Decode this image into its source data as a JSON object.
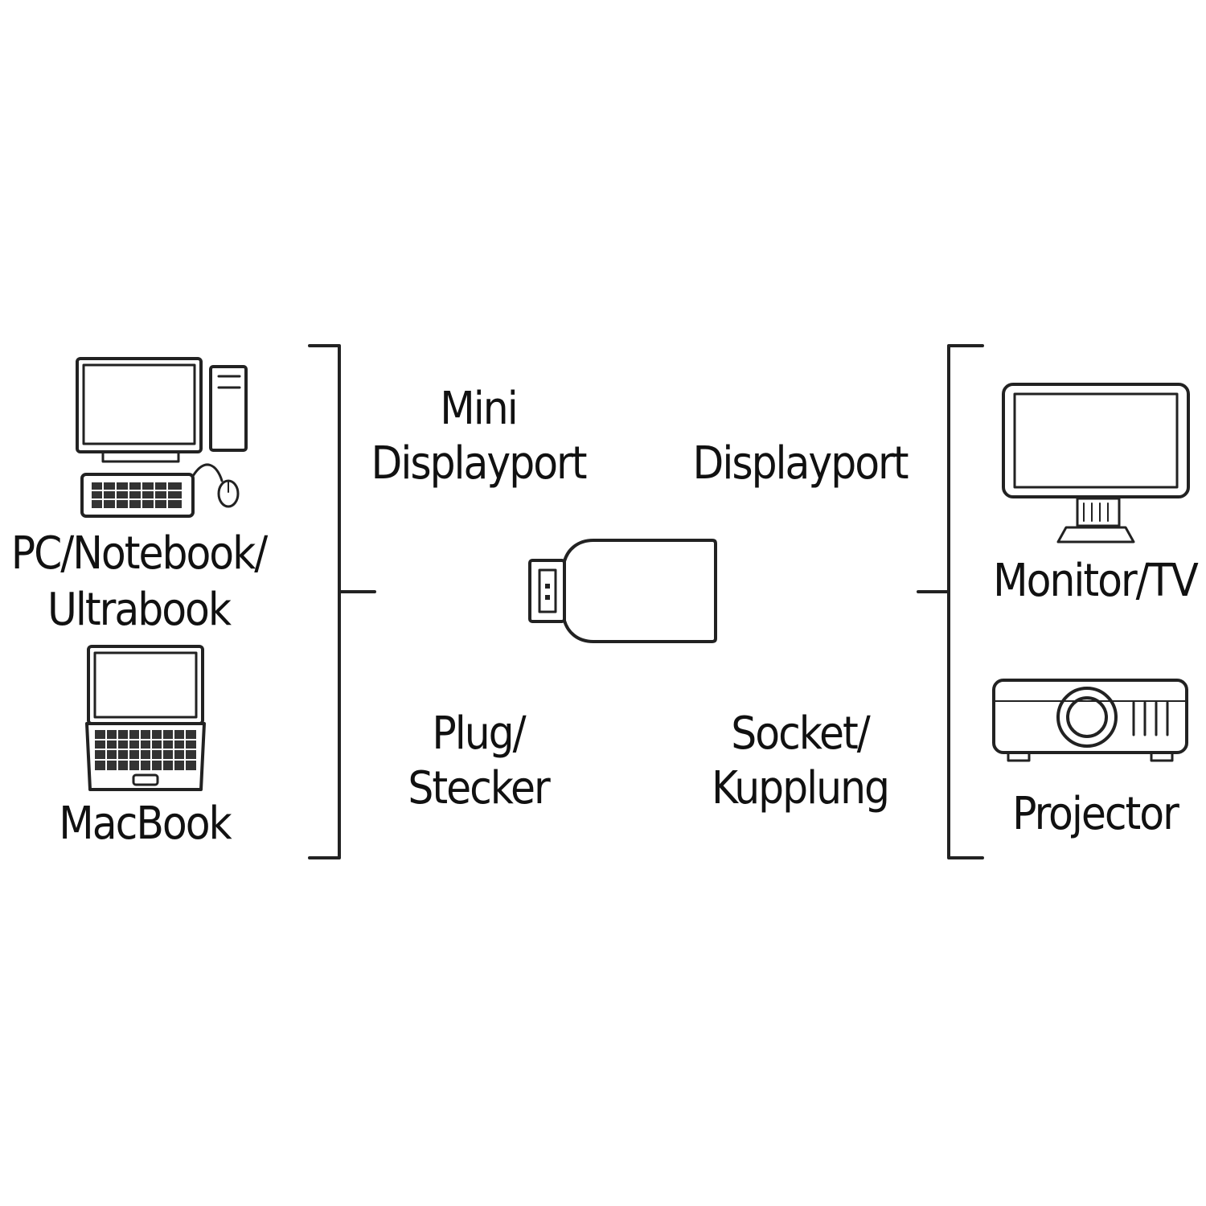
{
  "left": {
    "devices_label_line1": "PC/Notebook/",
    "devices_label_line2": "Ultrabook",
    "mac_label": "MacBook",
    "icons": [
      "desktop-pc-icon",
      "laptop-icon"
    ]
  },
  "adapter": {
    "plug_type_line1": "Mini",
    "plug_type_line2": "Displayport",
    "socket_type": "Displayport",
    "plug_gender_line1": "Plug/",
    "plug_gender_line2": "Stecker",
    "socket_gender_line1": "Socket/",
    "socket_gender_line2": "Kupplung",
    "icon": "adapter-icon"
  },
  "right": {
    "monitor_label": "Monitor/TV",
    "projector_label": "Projector",
    "icons": [
      "monitor-icon",
      "projector-icon"
    ]
  },
  "colors": {
    "line": "#222222",
    "background": "#ffffff"
  }
}
